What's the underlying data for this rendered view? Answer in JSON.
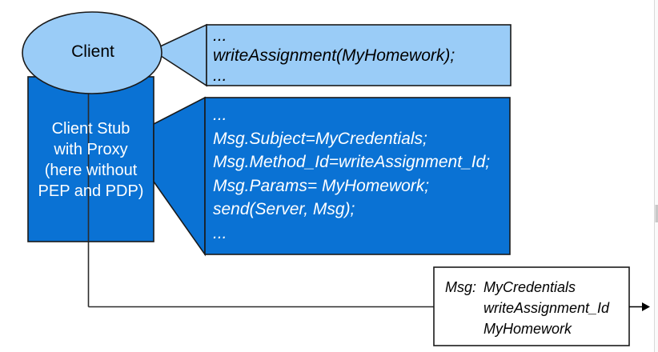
{
  "client": {
    "label": "Client"
  },
  "client_stub": {
    "lines": [
      "Client Stub",
      "with Proxy",
      "(here without",
      "PEP and PDP)"
    ]
  },
  "client_code": {
    "lines": [
      "...",
      "writeAssignment(MyHomework);",
      "..."
    ]
  },
  "stub_code": {
    "lines": [
      "...",
      "Msg.Subject=MyCredentials;",
      "Msg.Method_Id=writeAssignment_Id;",
      "Msg.Params= MyHomework;",
      "send(Server, Msg);",
      "..."
    ]
  },
  "message": {
    "label": "Msg:",
    "values": [
      "MyCredentials",
      "writeAssignment_Id",
      "MyHomework"
    ]
  },
  "colors": {
    "light_blue": "#9ACCF7",
    "dark_blue": "#0A72D4",
    "outline": "#1a1a1a",
    "line": "#2b2b2b",
    "scrollbar_track": "#fafafa",
    "scrollbar_border": "#d9d9d9",
    "scrollbar_thumb": "#c8c8c8"
  }
}
